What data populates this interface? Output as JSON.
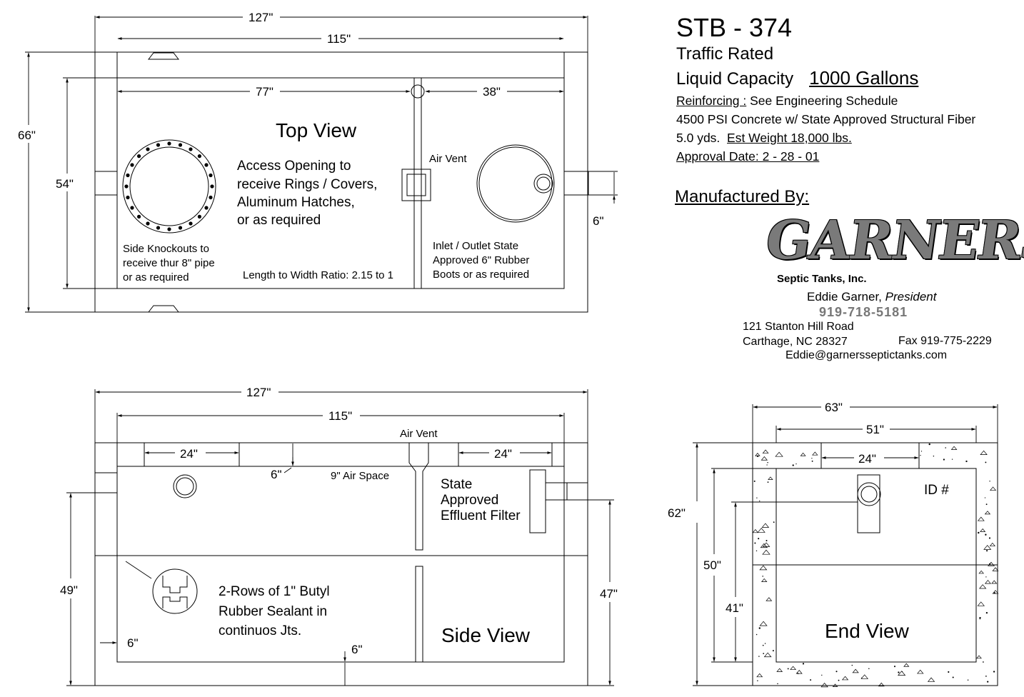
{
  "info": {
    "model": "STB - 374",
    "rating": "Traffic Rated",
    "capacity_label": "Liquid Capacity",
    "capacity_value": "1000 Gallons",
    "reinforcing_label": "Reinforcing :",
    "reinforcing_value": "See Engineering Schedule",
    "concrete": "4500 PSI Concrete w/ State Approved Structural Fiber",
    "volume": "5.0 yds.",
    "weight": "Est Weight 18,000 lbs.",
    "approval": "Approval Date: 2 - 28 - 01",
    "manufactured_by": "Manufactured By:"
  },
  "company": {
    "name": "GARNERS",
    "subtitle": "Septic Tanks, Inc.",
    "president_name": "Eddie Garner,",
    "president_title": "President",
    "phone": "919-718-5181",
    "address1": "121 Stanton Hill Road",
    "address2": "Carthage, NC 28327",
    "fax": "Fax 919-775-2229",
    "email": "Eddie@garnersseptictanks.com"
  },
  "top_view": {
    "title": "Top View",
    "dim_overall_length": "127\"",
    "dim_inner_length": "115\"",
    "dim_inlet_compartment": "77\"",
    "dim_outlet_compartment": "38\"",
    "dim_overall_width": "66\"",
    "dim_inner_width": "54\"",
    "dim_pipe": "6\"",
    "air_vent": "Air Vent",
    "access_note": [
      "Access Opening to",
      "receive Rings / Covers,",
      "Aluminum Hatches,",
      "or as required"
    ],
    "knockout_note": [
      "Side Knockouts to",
      "receive thur 8\" pipe",
      "or as required"
    ],
    "ratio_note": "Length to Width Ratio: 2.15 to 1",
    "inlet_note": [
      "Inlet / Outlet State",
      "Approved 6\" Rubber",
      "Boots or as required"
    ]
  },
  "side_view": {
    "title": "Side View",
    "dim_overall_length": "127\"",
    "dim_inner_length": "115\"",
    "dim_left_opening": "24\"",
    "dim_right_opening": "24\"",
    "dim_lid": "6\"",
    "air_space": "9\" Air Space",
    "air_vent": "Air Vent",
    "filter_note": [
      "State",
      "Approved",
      "Effluent Filter"
    ],
    "sealant_note": [
      "2-Rows of 1\" Butyl",
      "Rubber Sealant in",
      "continuos Jts."
    ],
    "dim_inlet_height": "49\"",
    "dim_outlet_height": "47\"",
    "dim_wall": "6\"",
    "dim_floor": "6\""
  },
  "end_view": {
    "title": "End View",
    "id_label": "ID #",
    "dim_overall_width": "63\"",
    "dim_inner_width": "51\"",
    "dim_opening": "24\"",
    "dim_overall_height": "62\"",
    "dim_inner_height": "50\"",
    "dim_liquid_height": "41\""
  }
}
